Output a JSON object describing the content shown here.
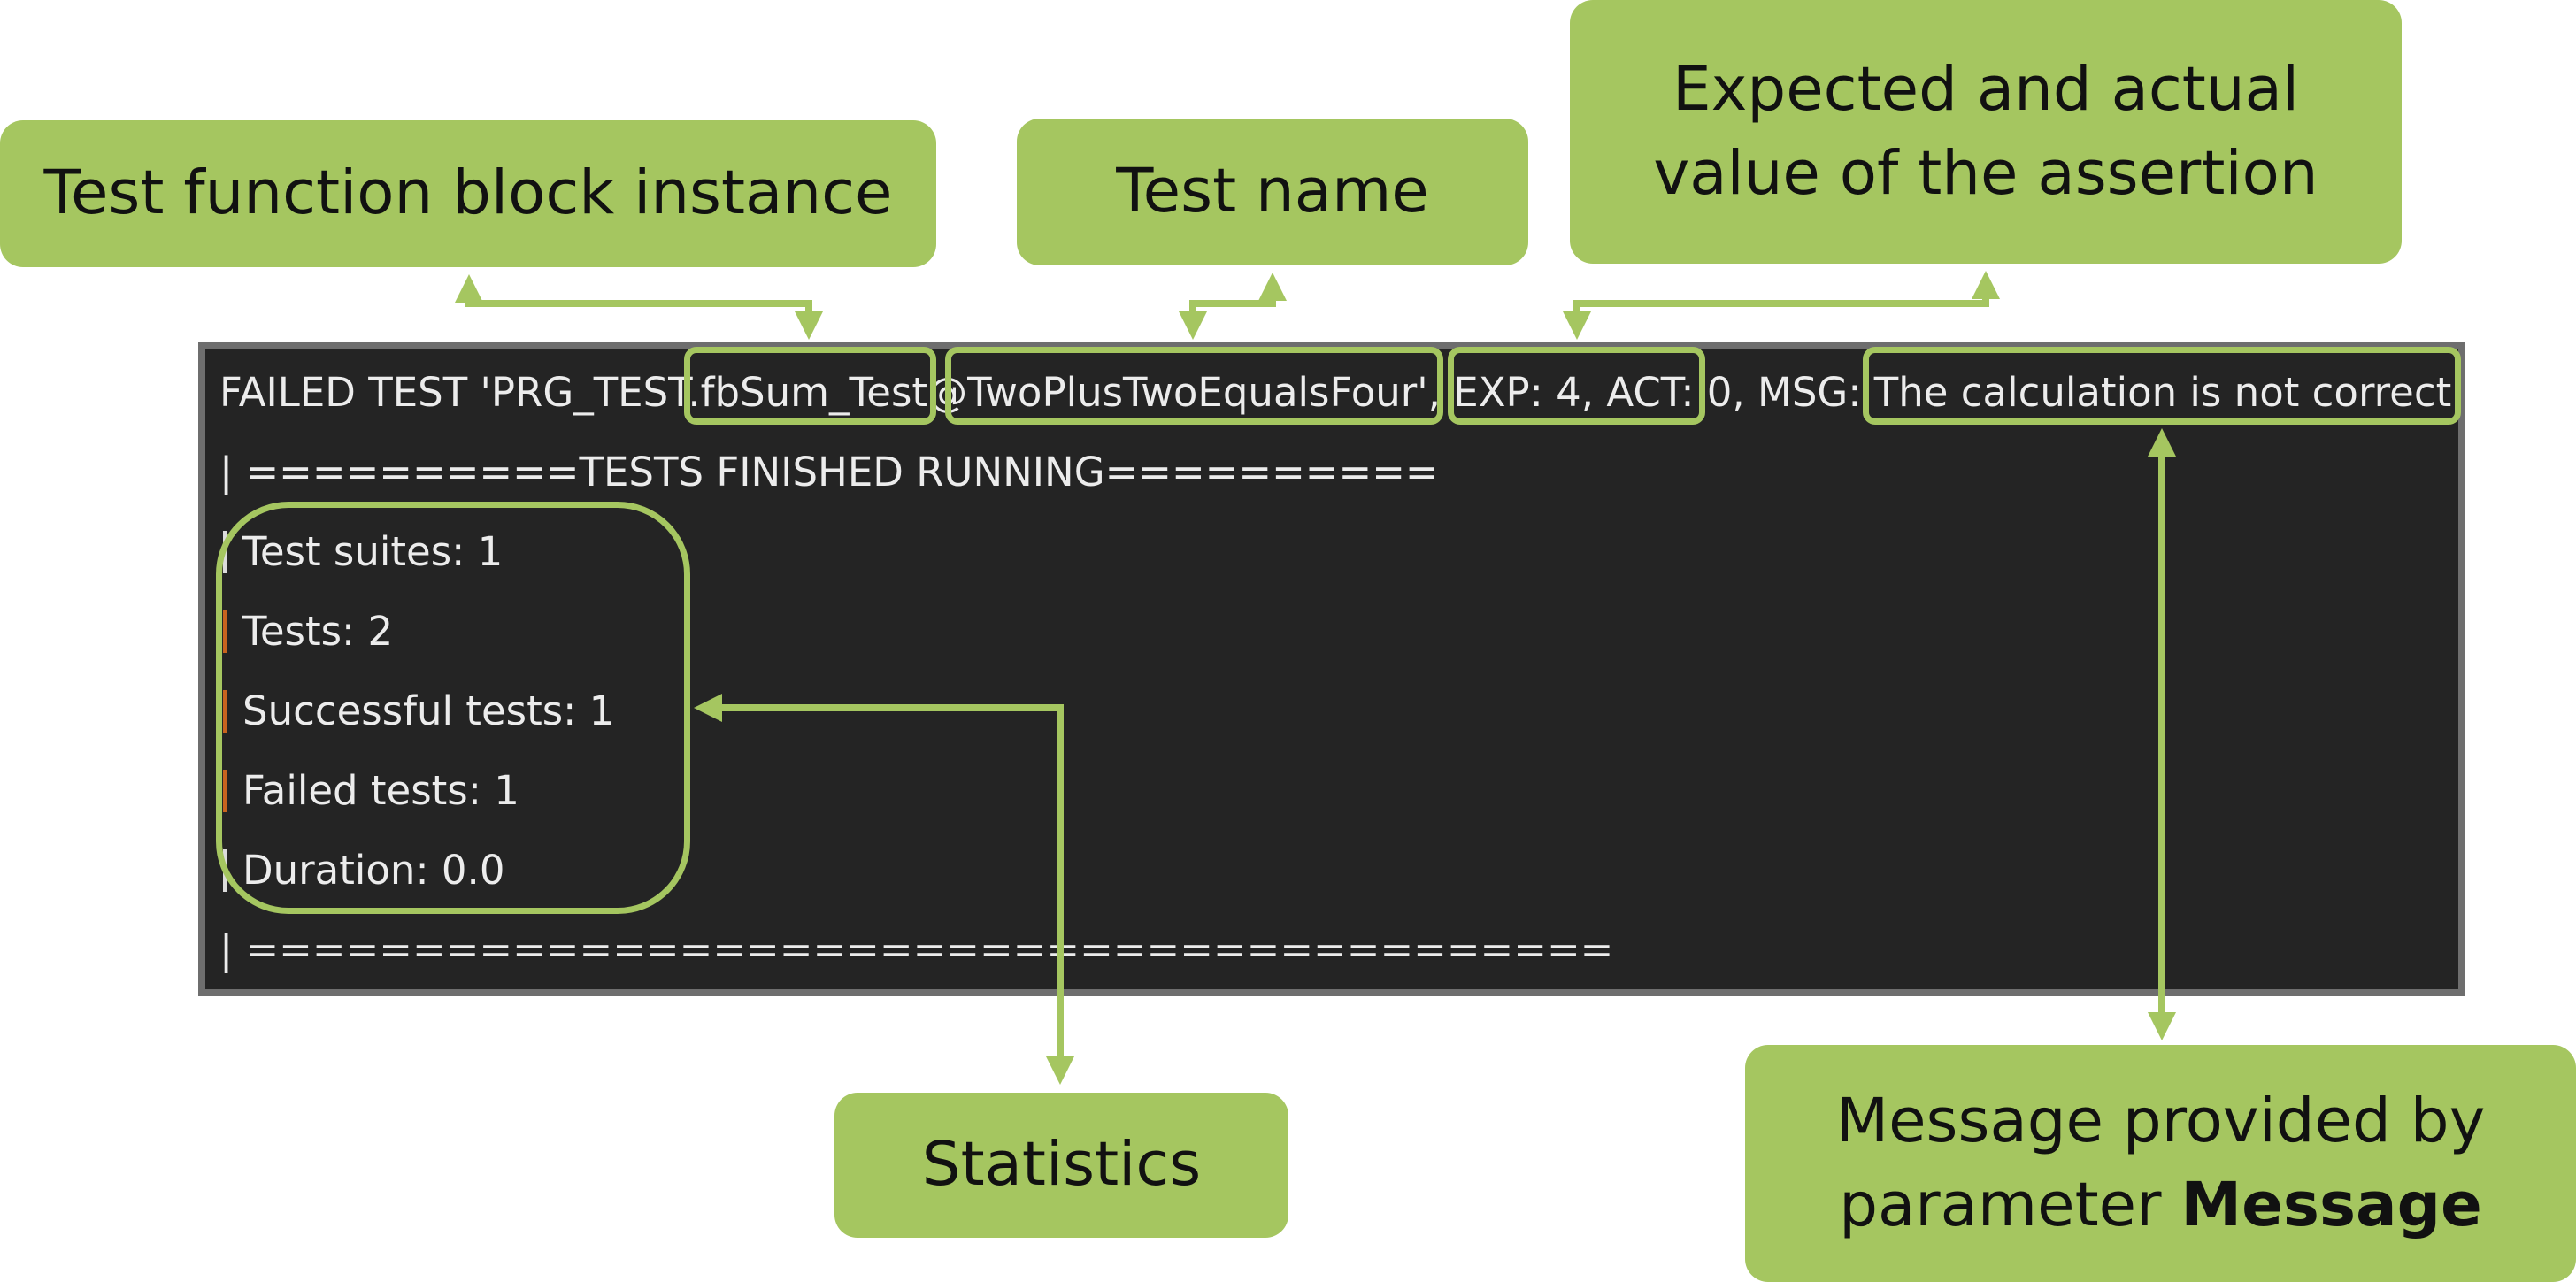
{
  "callouts": {
    "fb_instance": "Test function block instance",
    "test_name": "Test name",
    "expected_line1": "Expected and actual",
    "expected_line2": "value of the assertion",
    "statistics": "Statistics",
    "message_line1": "Message provided by",
    "message_line2_prefix": "parameter ",
    "message_line2_bold": "Message"
  },
  "console": {
    "failed_line": "FAILED TEST 'PRG_TEST.fbSum_Test@TwoPlusTwoEqualsFour', EXP: 4, ACT: 0, MSG: The calculation is not correct",
    "finished_line": "| ==========TESTS FINISHED RUNNING==========",
    "test_suites": "Test suites: 1",
    "tests": "Tests: 2",
    "successful_tests": "Successful tests: 1",
    "failed_tests": "Failed tests: 1",
    "duration": "Duration: 0.0",
    "separator_line": "| ========================================="
  },
  "colors": {
    "accent_green": "#a5c660",
    "console_bg": "#242424",
    "console_text": "#ececec",
    "console_border": "#6e6e6e",
    "bar_orange": "#c8641e",
    "bar_white": "#dcdcdc"
  }
}
